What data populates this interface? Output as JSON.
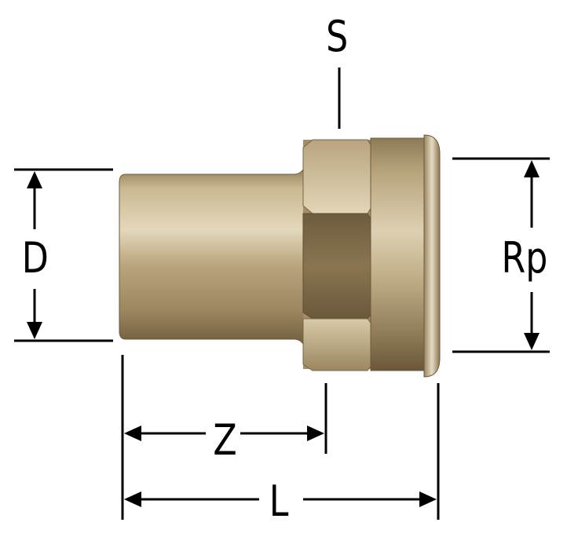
{
  "labels": {
    "s": "S",
    "d": "D",
    "rp": "Rp",
    "z": "Z",
    "l": "L"
  },
  "colors": {
    "brass_light": "#d8c9a6",
    "brass_mid": "#a8916a",
    "brass_dark": "#6e5a3c",
    "line": "#000000"
  }
}
